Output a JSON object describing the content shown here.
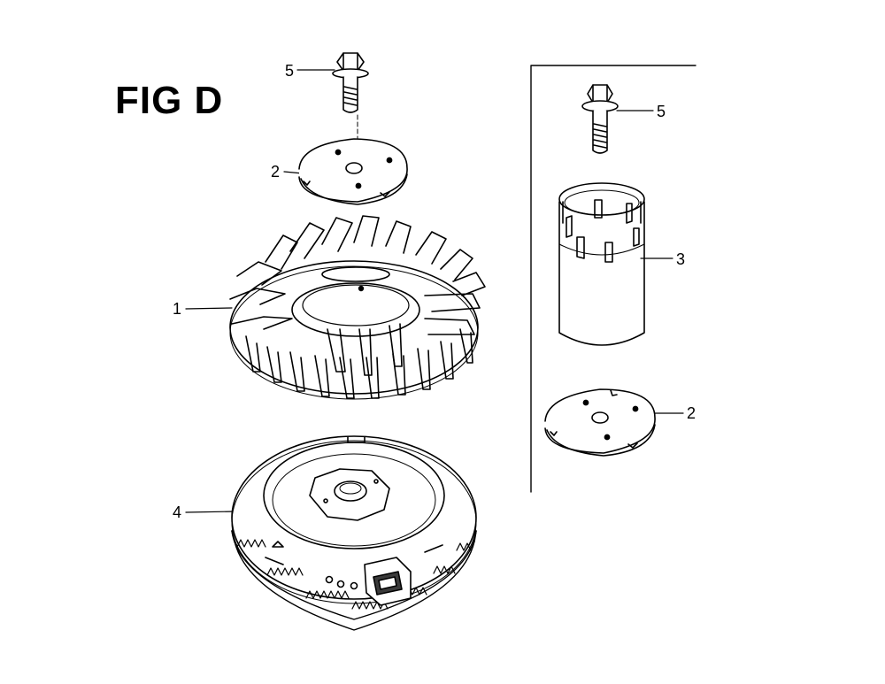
{
  "figure": {
    "title": "FIG D"
  },
  "callouts": {
    "c5_left": "5",
    "c2_left": "2",
    "c1": "1",
    "c4": "4",
    "c5_right": "5",
    "c3": "3",
    "c2_right": "2"
  },
  "parts": [
    {
      "ref": "1",
      "icon": "cooling-fan-icon"
    },
    {
      "ref": "2",
      "icon": "fan-plate-icon"
    },
    {
      "ref": "3",
      "icon": "starter-cup-icon"
    },
    {
      "ref": "4",
      "icon": "flywheel-icon"
    },
    {
      "ref": "5",
      "icon": "flange-bolt-icon"
    }
  ]
}
